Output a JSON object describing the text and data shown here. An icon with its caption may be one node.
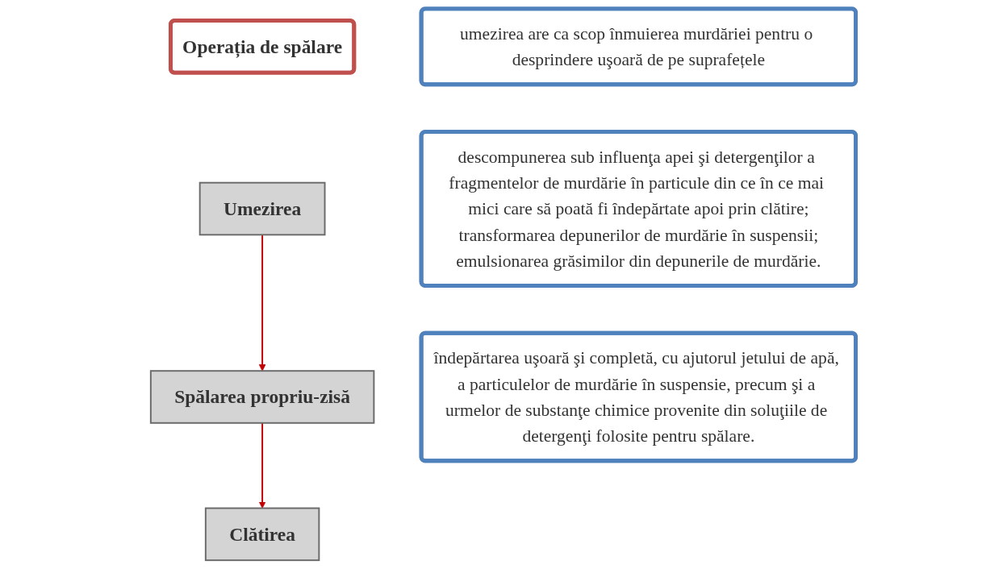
{
  "diagram": {
    "nodes": [
      {
        "text": [
          "Operația de spălare"
        ]
      },
      {
        "text": [
          "Umezirea"
        ]
      },
      {
        "text": [
          "Spălarea propriu-zisă"
        ]
      },
      {
        "text": [
          "Clătirea"
        ]
      },
      {
        "text": [
          "umezirea are ca scop înmuierea murdăriei pentru o desprindere uşoară de pe suprafețele"
        ]
      },
      {
        "text": [
          "descompunerea sub influenţa apei şi detergenţilor a fragmentelor de murdărie în particule din ce în ce mai mici care să poată fi îndepărtate apoi prin clătire;",
          "transformarea depunerilor de murdărie în suspensii;",
          "emulsionarea grăsimilor din depunerile de murdărie."
        ]
      },
      {
        "text": [
          "îndepărtarea uşoară şi completă, cu ajutorul jetului de apă, a particulelor de murdărie în suspensie, precum şi a urmelor de substanţe chimice provenite din soluţiile de detergenţi folosite pentru spălare."
        ]
      }
    ],
    "edges": [
      {
        "from": 1,
        "to": 2,
        "arrow": "to"
      },
      {
        "from": 2,
        "to": 3,
        "arrow": "to"
      }
    ]
  }
}
